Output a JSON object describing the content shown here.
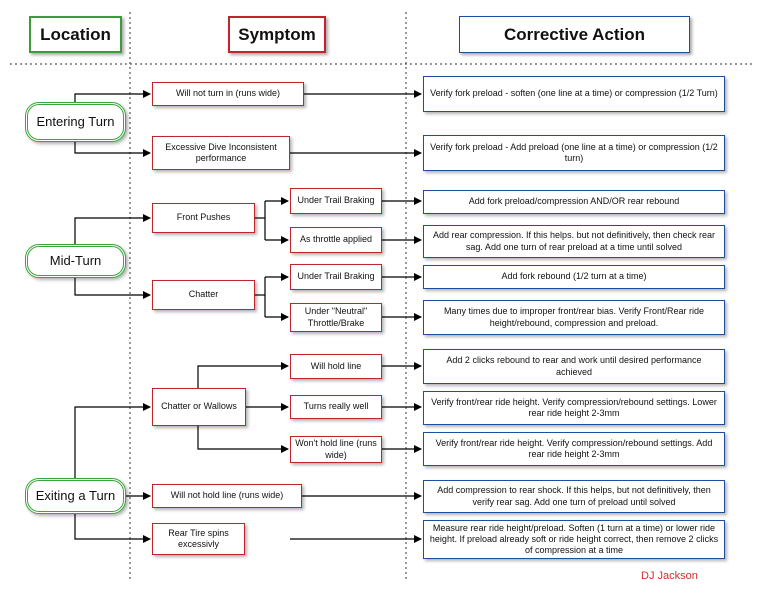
{
  "headers": {
    "location": "Location",
    "symptom": "Symptom",
    "action": "Corrective Action"
  },
  "locations": {
    "entering": "Entering Turn",
    "mid": "Mid-Turn",
    "exiting": "Exiting a Turn"
  },
  "symptoms": {
    "wont_turn_in": "Will not turn in (runs wide)",
    "excessive_dive": "Excessive Dive Inconsistent performance",
    "front_pushes": "Front Pushes",
    "under_trail_braking_1": "Under Trail Braking",
    "as_throttle_applied": "As throttle applied",
    "chatter": "Chatter",
    "under_trail_braking_2": "Under Trail Braking",
    "under_neutral": "Under \"Neutral\" Throttle/Brake",
    "chatter_wallows": "Chatter or Wallows",
    "will_hold_line": "Will hold line",
    "turns_really_well": "Turns really well",
    "wont_hold_line": "Won't hold line (runs wide)",
    "will_not_hold_line": "Will not  hold line (runs wide)",
    "rear_tire_spins": "Rear Tire spins excessivly"
  },
  "actions": {
    "a1": "Verify fork preload - soften (one line at a time) or compression (1/2 Turn)",
    "a2": "Verify fork preload - Add preload (one line at a time) or compression (1/2 turn)",
    "a3": "Add fork preload/compression AND/OR rear rebound",
    "a4": "Add rear compression. If this helps. but not definitively, then check rear sag. Add one turn of rear preload at a time until solved",
    "a5": "Add fork rebound (1/2 turn at a time)",
    "a6": "Many times due to improper front/rear bias. Verify Front/Rear ride height/rebound, compression and preload.",
    "a7": "Add 2 clicks rebound to rear and work until desired performance achieved",
    "a8": "Verify front/rear ride height. Verify compression/rebound settings. Lower rear ride height 2-3mm",
    "a9": "Verify front/rear ride height. Verify compression/rebound settings. Add rear ride height 2-3mm",
    "a10": "Add compression to rear shock. If this helps, but not definitively, then verify rear sag. Add one turn of preload until solved",
    "a11": "Measure rear ride height/preload. Soften (1 turn at a time) or lower ride height. If preload already soft or ride height correct, then remove 2 clicks of compression at a time"
  },
  "signature": "DJ Jackson",
  "colors": {
    "location_border": "#3ca43c",
    "symptom_border": "#c0242c",
    "action_border": "#1f4f9c",
    "signature": "#d03030"
  }
}
